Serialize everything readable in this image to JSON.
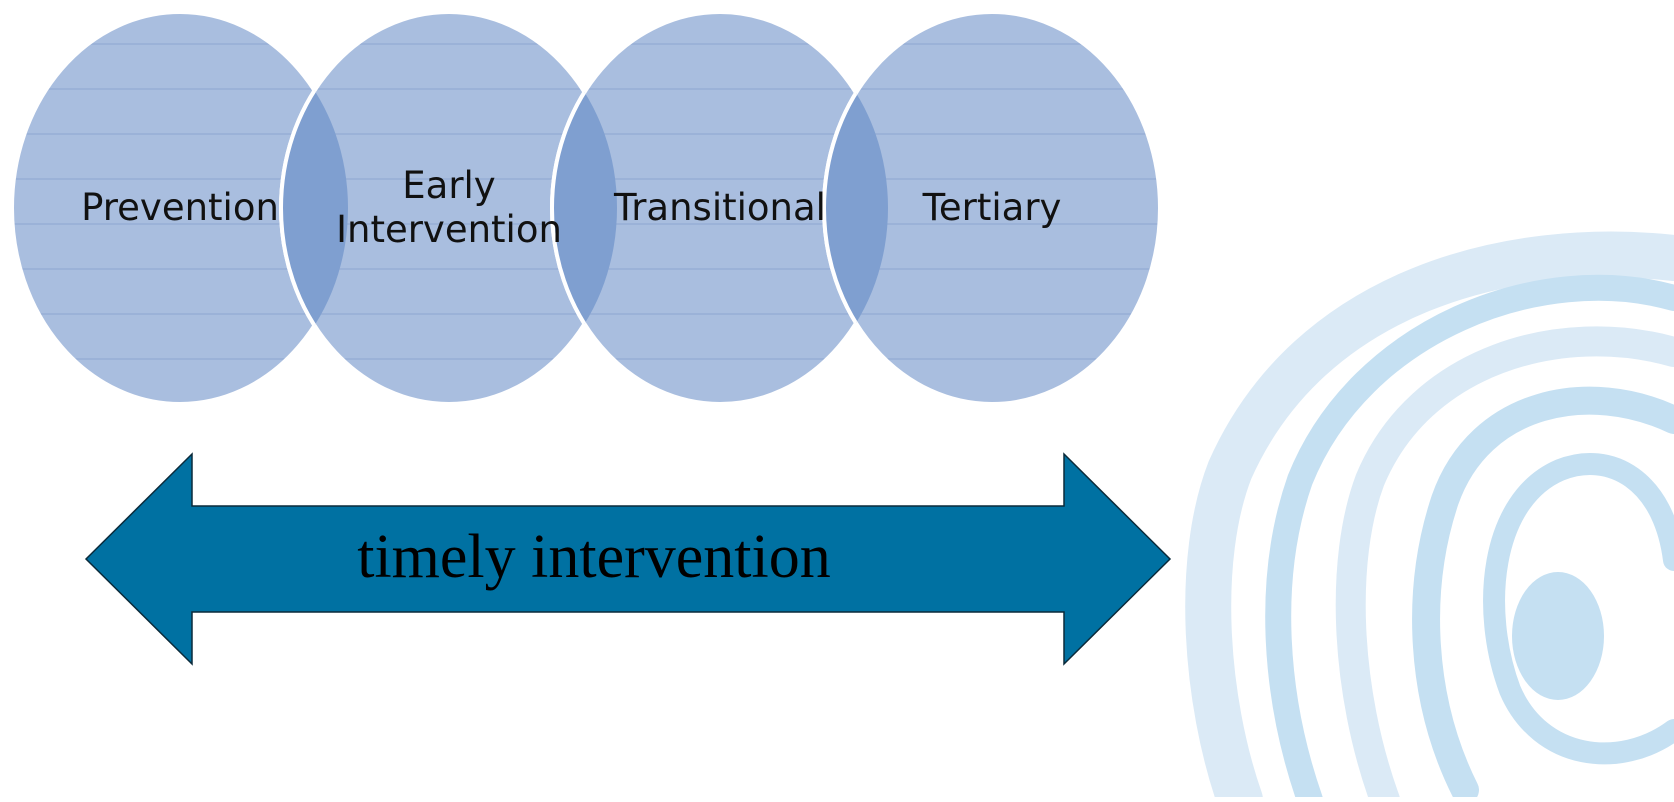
{
  "circles": [
    {
      "label_lines": [
        "Prevention"
      ]
    },
    {
      "label_lines": [
        "Early",
        "Intervention"
      ]
    },
    {
      "label_lines": [
        "Transitional"
      ]
    },
    {
      "label_lines": [
        "Tertiary"
      ]
    }
  ],
  "arrow": {
    "label": "timely intervention",
    "color": "#0071a2"
  },
  "colors": {
    "circle_fill": "#a9bedf",
    "circle_overlap": "#7f9fd0",
    "circle_stripe": "#93abd3",
    "swirl_light": "#dbeaf6",
    "swirl_mid": "#c5e0f2"
  },
  "decoration": {
    "icon": "concentric-swirl-icon"
  }
}
